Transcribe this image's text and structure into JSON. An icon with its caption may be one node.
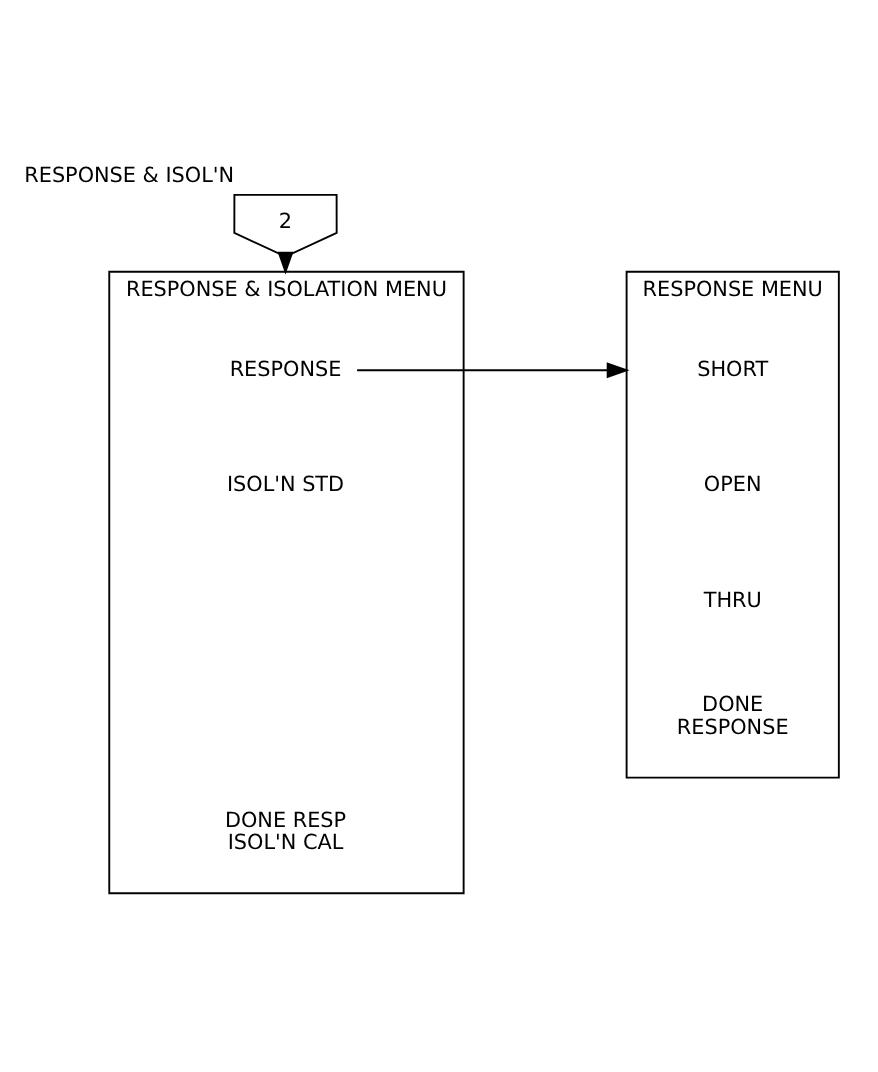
{
  "diagram": {
    "nodes": [
      {
        "text": [
          "2"
        ],
        "beside": [
          "RESPONSE & ISOL'N"
        ]
      },
      {
        "text": [
          "RESPONSE & ISOLATION MENU"
        ]
      },
      {
        "text": [
          "RESPONSE"
        ],
        "in": 1
      },
      {
        "text": [
          "ISOL'N STD"
        ],
        "in": 1
      },
      {
        "text": [
          "DONE RESP ISOL'N CAL"
        ],
        "in": 1
      },
      {
        "text": [
          "RESPONSE MENU"
        ]
      },
      {
        "text": [
          "SHORT"
        ],
        "in": 5
      },
      {
        "text": [
          "OPEN"
        ],
        "in": 5
      },
      {
        "text": [
          "THRU"
        ],
        "in": 5
      },
      {
        "text": [
          "DONE RESPONSE"
        ],
        "in": 5
      }
    ],
    "edges": [
      {
        "from": 0,
        "to": 1,
        "arrow": "to"
      },
      {
        "from": 2,
        "to": 5,
        "arrow": "to"
      }
    ]
  }
}
